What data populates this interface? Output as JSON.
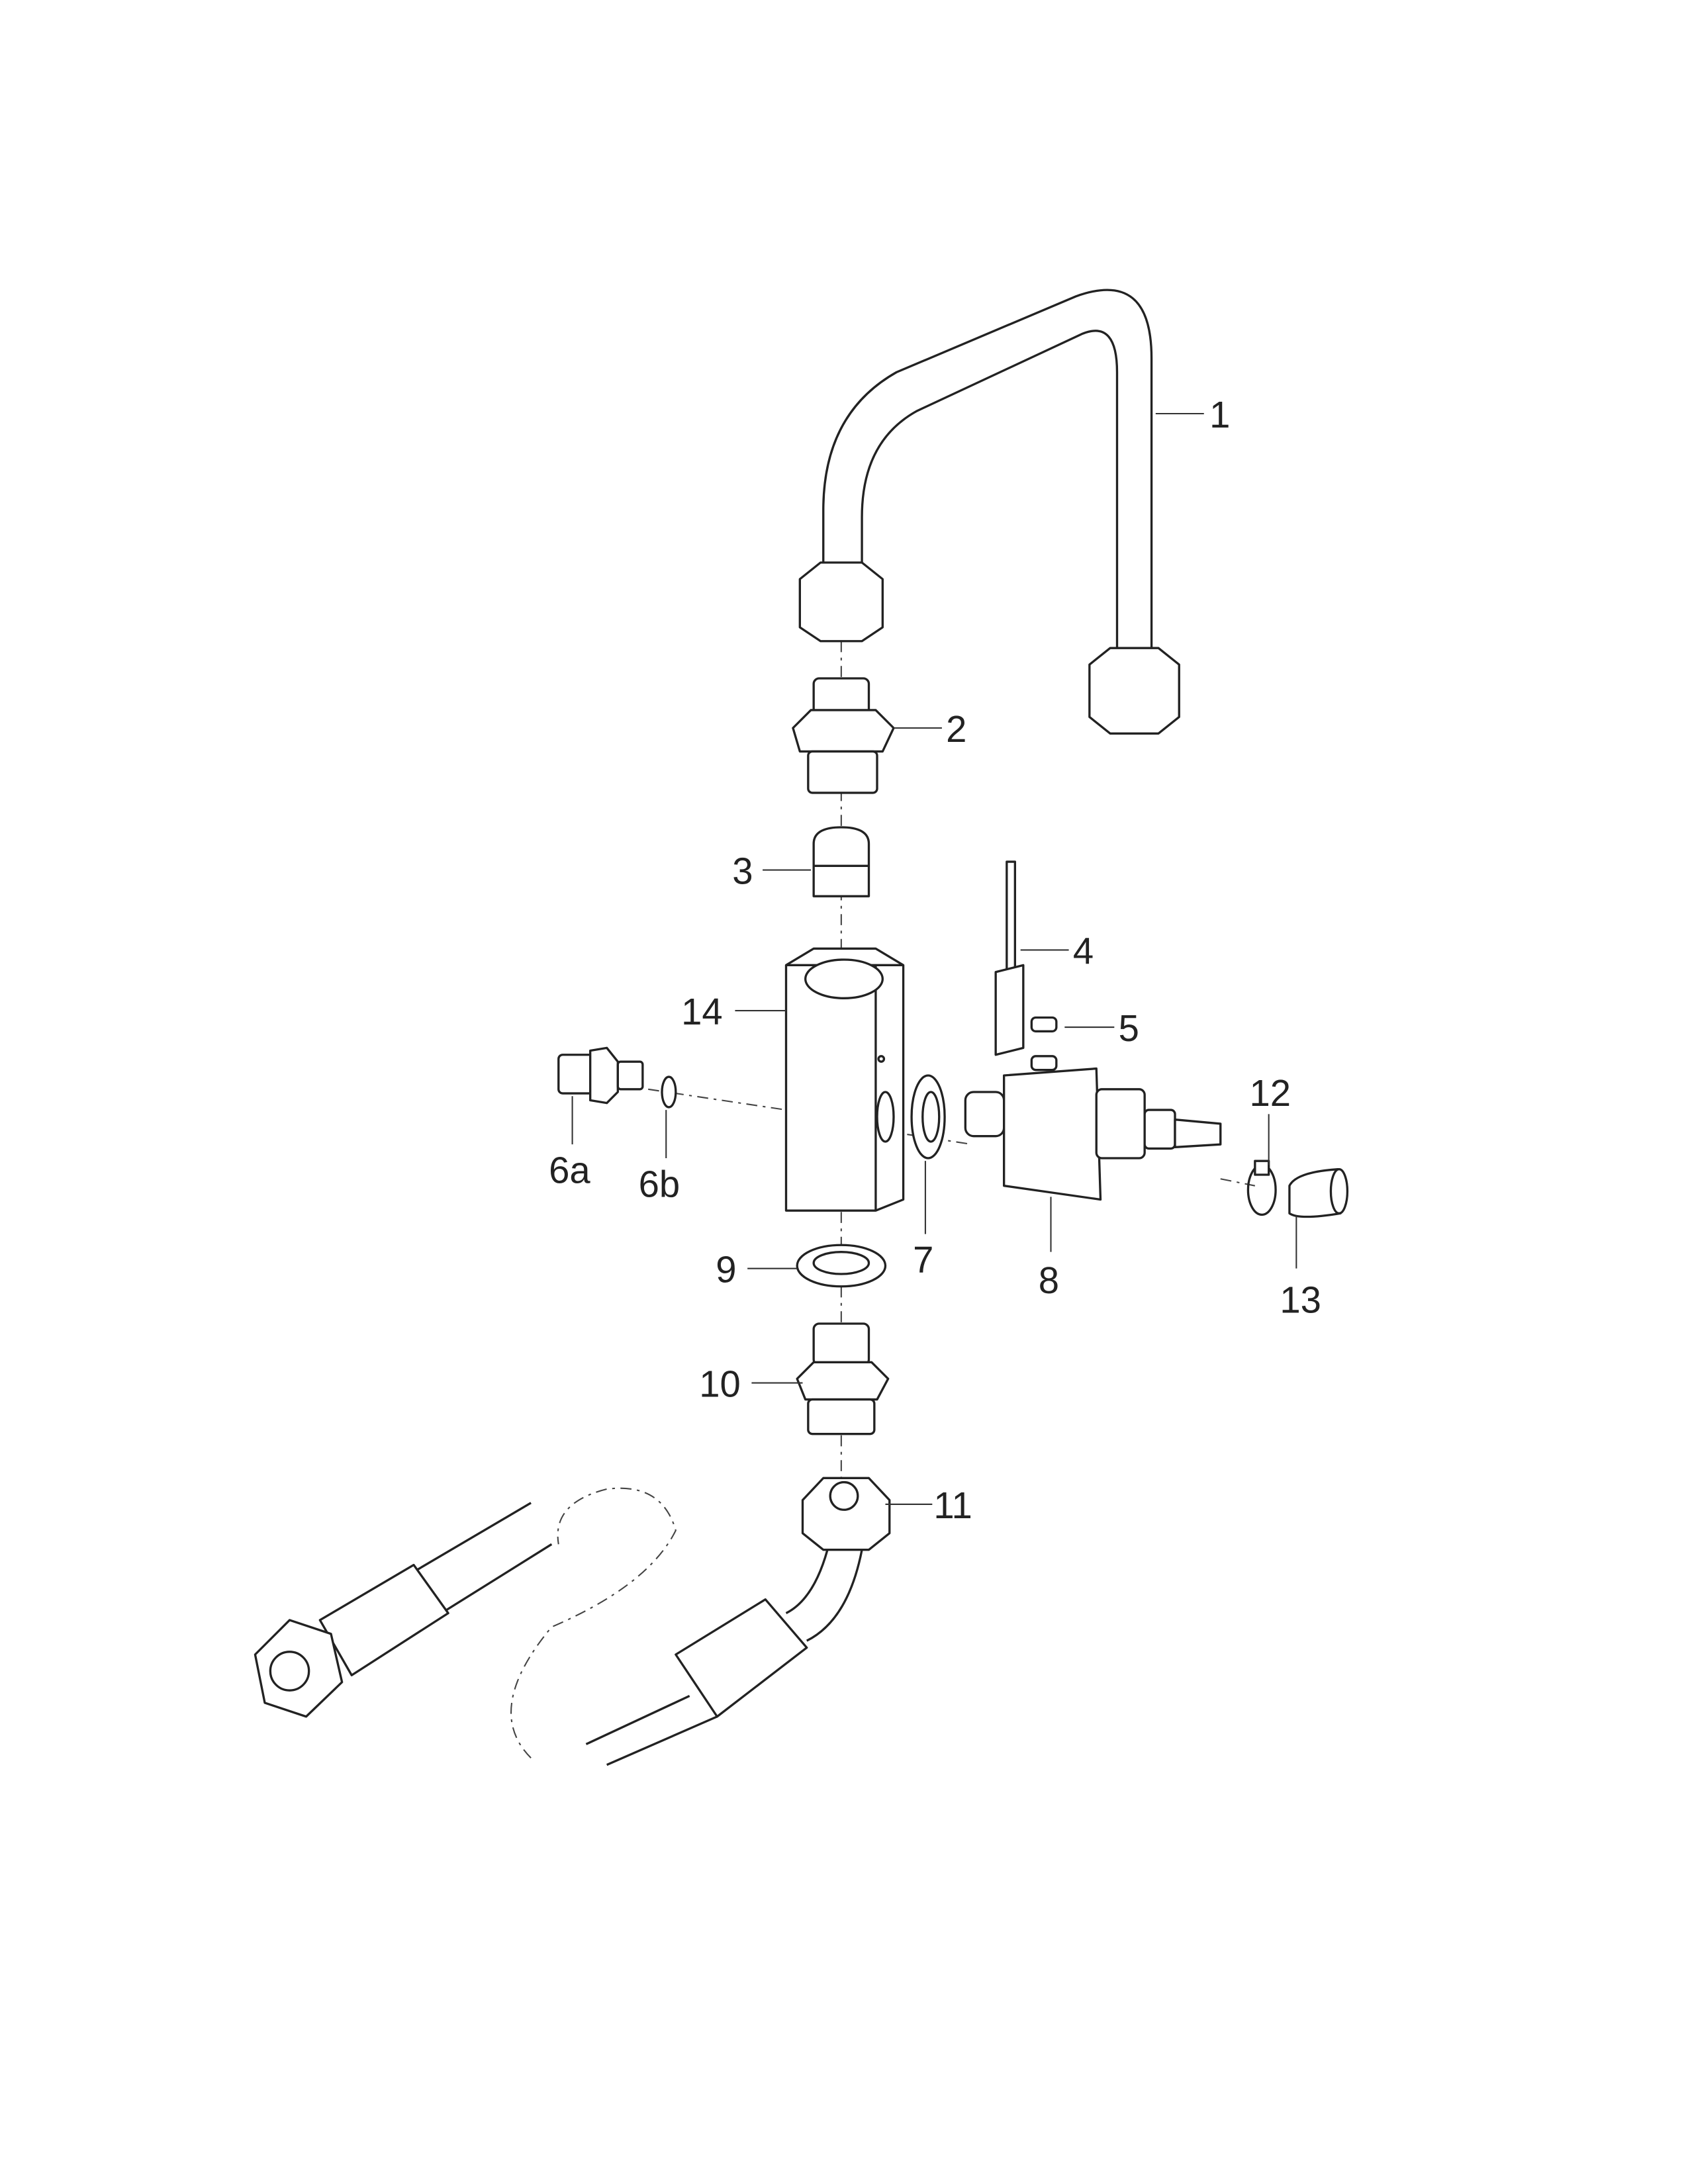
{
  "diagram": {
    "type": "exploded-parts-view",
    "callouts": [
      {
        "id": "1"
      },
      {
        "id": "2"
      },
      {
        "id": "3"
      },
      {
        "id": "4"
      },
      {
        "id": "5"
      },
      {
        "id": "6a"
      },
      {
        "id": "6b"
      },
      {
        "id": "7"
      },
      {
        "id": "8"
      },
      {
        "id": "9"
      },
      {
        "id": "10"
      },
      {
        "id": "11"
      },
      {
        "id": "12"
      },
      {
        "id": "13"
      },
      {
        "id": "14"
      }
    ]
  }
}
